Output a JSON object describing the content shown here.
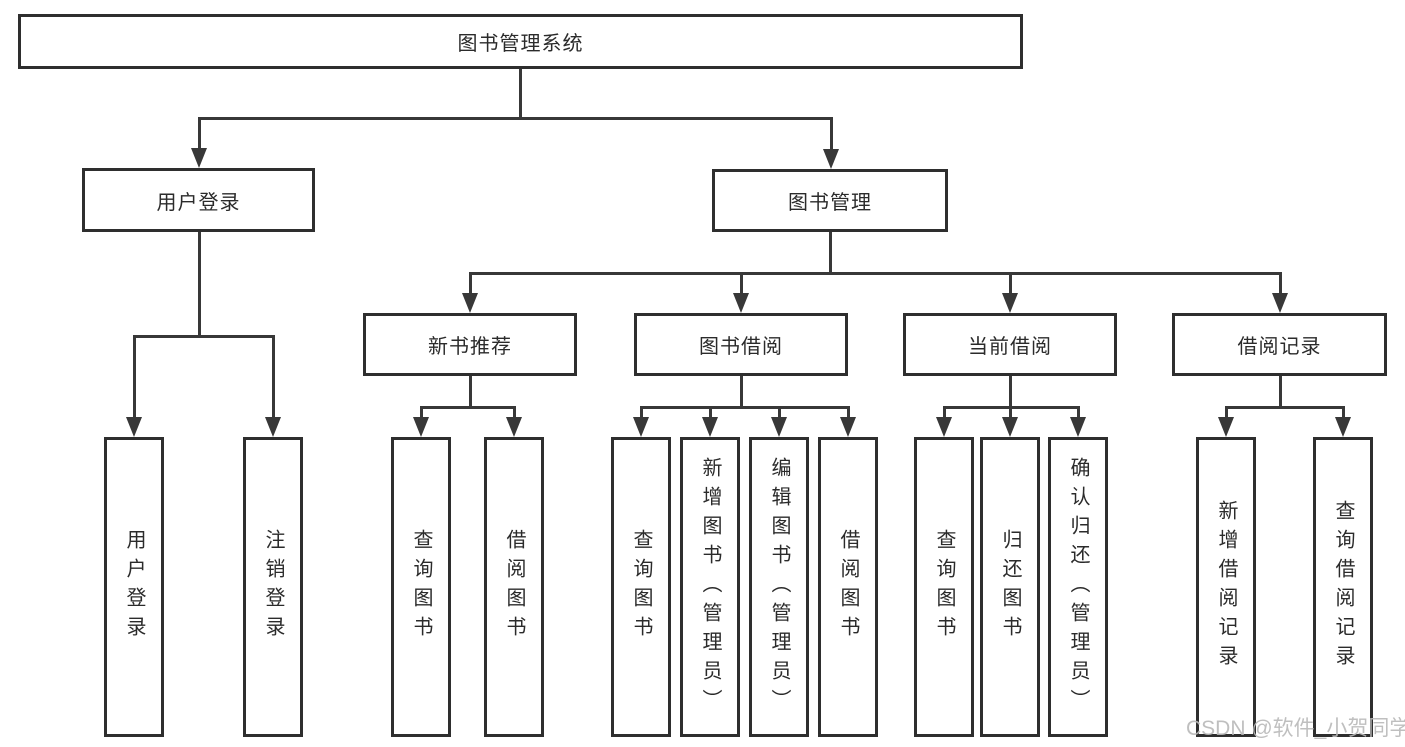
{
  "colors": {
    "line": "#383838",
    "border": "#2e2e2e",
    "text": "#2b2b2b",
    "background": "#ffffff",
    "watermark": "#b9b9b9"
  },
  "watermark": {
    "text": "CSDN @软件_小贺同学"
  },
  "tree": {
    "label": "图书管理系统",
    "children": [
      {
        "label": "用户登录",
        "children": [
          {
            "label": "用户登录"
          },
          {
            "label": "注销登录"
          }
        ]
      },
      {
        "label": "图书管理",
        "children": [
          {
            "label": "新书推荐",
            "children": [
              {
                "label": "查询图书"
              },
              {
                "label": "借阅图书"
              }
            ]
          },
          {
            "label": "图书借阅",
            "children": [
              {
                "label": "查询图书"
              },
              {
                "label": "新增图书（管理员）"
              },
              {
                "label": "编辑图书（管理员）"
              },
              {
                "label": "借阅图书"
              }
            ]
          },
          {
            "label": "当前借阅",
            "children": [
              {
                "label": "查询图书"
              },
              {
                "label": "归还图书"
              },
              {
                "label": "确认归还（管理员）"
              }
            ]
          },
          {
            "label": "借阅记录",
            "children": [
              {
                "label": "新增借阅记录"
              },
              {
                "label": "查询借阅记录"
              }
            ]
          }
        ]
      }
    ]
  }
}
